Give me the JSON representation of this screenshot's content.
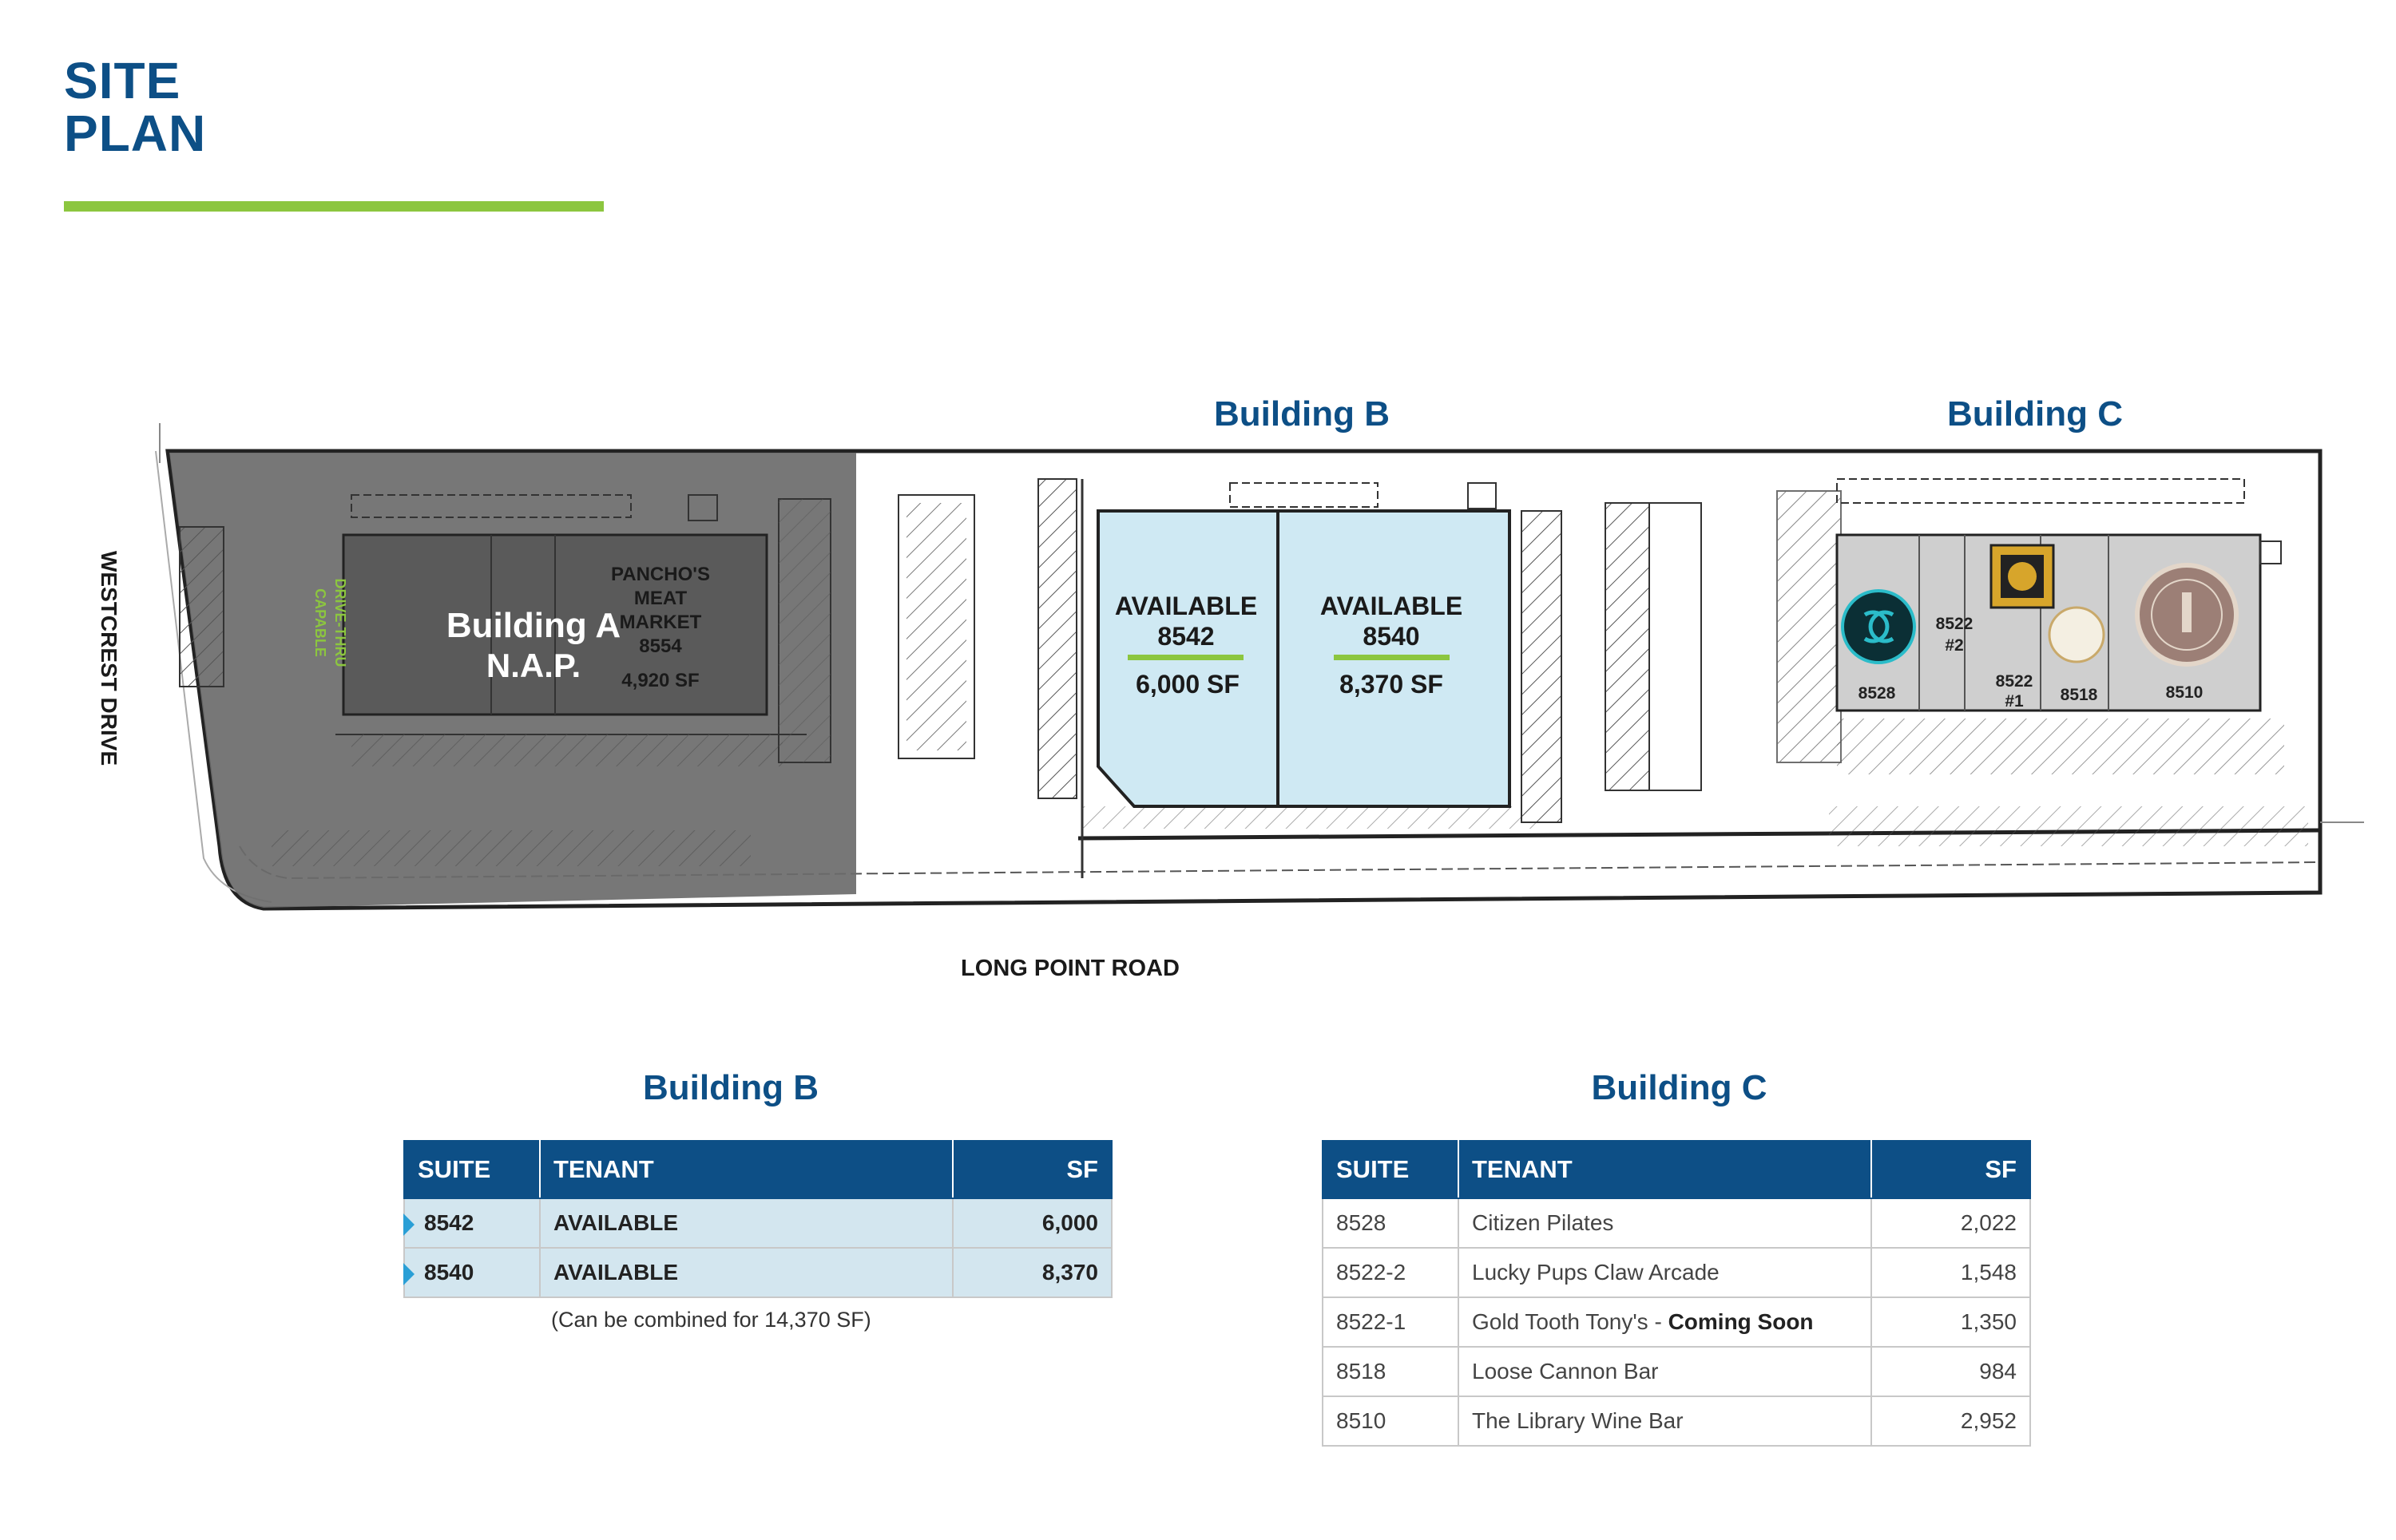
{
  "header": {
    "title_line1": "SITE",
    "title_line2": "PLAN"
  },
  "site_plan": {
    "building_b_label": "Building B",
    "building_c_label": "Building C",
    "building_a_label": "Building A",
    "building_a_status": "N.A.P.",
    "pancho": {
      "line1": "PANCHO'S",
      "line2": "MEAT",
      "line3": "MARKET",
      "suite": "8554",
      "sf": "4,920 SF"
    },
    "drive_thru": {
      "line1": "DRIVE-THRU",
      "line2": "CAPABLE"
    },
    "unit_8542": {
      "status": "AVAILABLE",
      "suite": "8542",
      "sf": "6,000 SF"
    },
    "unit_8540": {
      "status": "AVAILABLE",
      "suite": "8540",
      "sf": "8,370 SF"
    },
    "c_units": {
      "u8528": "8528",
      "u8522_2a": "8522",
      "u8522_2b": "#2",
      "u8522_1a": "8522",
      "u8522_1b": "#1",
      "u8518": "8518",
      "u8510": "8510"
    },
    "road_west": "WESTCREST DRIVE",
    "road_south": "LONG POINT ROAD",
    "colors": {
      "building_a_shade": "#6b6b6b",
      "available": "#cfe9f3",
      "building_c": "#cfcfcf",
      "accent_green": "#8cc63f",
      "brand_blue": "#0d4f86"
    }
  },
  "table_b": {
    "title": "Building B",
    "headers": {
      "suite": "SUITE",
      "tenant": "TENANT",
      "sf": "SF"
    },
    "rows": [
      {
        "suite": "8542",
        "tenant": "AVAILABLE",
        "sf": "6,000"
      },
      {
        "suite": "8540",
        "tenant": "AVAILABLE",
        "sf": "8,370"
      }
    ],
    "note": "(Can be combined for 14,370 SF)"
  },
  "table_c": {
    "title": "Building C",
    "headers": {
      "suite": "SUITE",
      "tenant": "TENANT",
      "sf": "SF"
    },
    "rows": [
      {
        "suite": "8528",
        "tenant": "Citizen Pilates",
        "tenant_bold": "",
        "sf": "2,022"
      },
      {
        "suite": "8522-2",
        "tenant": "Lucky Pups Claw Arcade",
        "tenant_bold": "",
        "sf": "1,548"
      },
      {
        "suite": "8522-1",
        "tenant": "Gold Tooth Tony's - ",
        "tenant_bold": "Coming Soon",
        "sf": "1,350"
      },
      {
        "suite": "8518",
        "tenant": "Loose Cannon Bar",
        "tenant_bold": "",
        "sf": "984"
      },
      {
        "suite": "8510",
        "tenant": "The Library Wine Bar",
        "tenant_bold": "",
        "sf": "2,952"
      }
    ]
  }
}
